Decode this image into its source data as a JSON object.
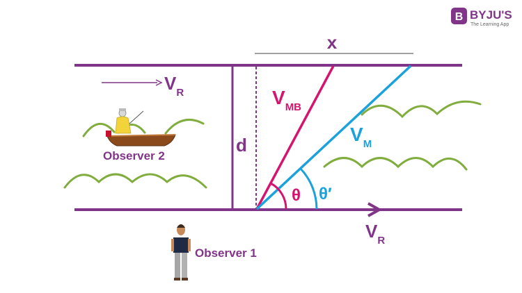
{
  "brand": {
    "logo_letter": "B",
    "name": "BYJU'S",
    "tagline": "The Learning App",
    "color": "#813588"
  },
  "labels": {
    "x": "x",
    "d": "d",
    "v_mb_main": "V",
    "v_mb_sub": "MB",
    "v_m_main": "V",
    "v_m_sub": "M",
    "v_r_top_main": "V",
    "v_r_top_sub": "R",
    "v_r_bottom_main": "V",
    "v_r_bottom_sub": "R",
    "theta": "θ",
    "theta_prime": "θ′",
    "observer_2": "Observer 2",
    "observer_1": "Observer 1"
  },
  "colors": {
    "river_bank": "#813588",
    "v_mb": "#d4146e",
    "v_m": "#1ba1dc",
    "waves": "#80ad3d",
    "text_dark": "#222222"
  }
}
